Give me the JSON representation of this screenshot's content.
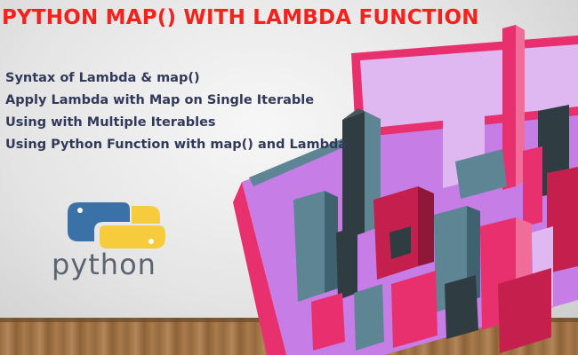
{
  "title": "PYTHON MAP() WITH LAMBDA FUNCTION",
  "bullets": [
    "Syntax of Lambda & map()",
    "Apply Lambda with Map on Single Iterable",
    "Using with Multiple Iterables",
    "Using Python Function with map() and Lambda"
  ],
  "logo": {
    "text": "python",
    "icon": "python-logo-icon",
    "colors": {
      "blue": "#3a72a8",
      "yellow": "#f6cc3c"
    }
  },
  "colors": {
    "title": "#f4221c",
    "text": "#323a5a",
    "pink": "#e8306e",
    "violet": "#c77de6",
    "lavender": "#dfb8f2",
    "slate": "#5d8594",
    "dark": "#2f3d42",
    "crimson": "#c51f4d"
  }
}
